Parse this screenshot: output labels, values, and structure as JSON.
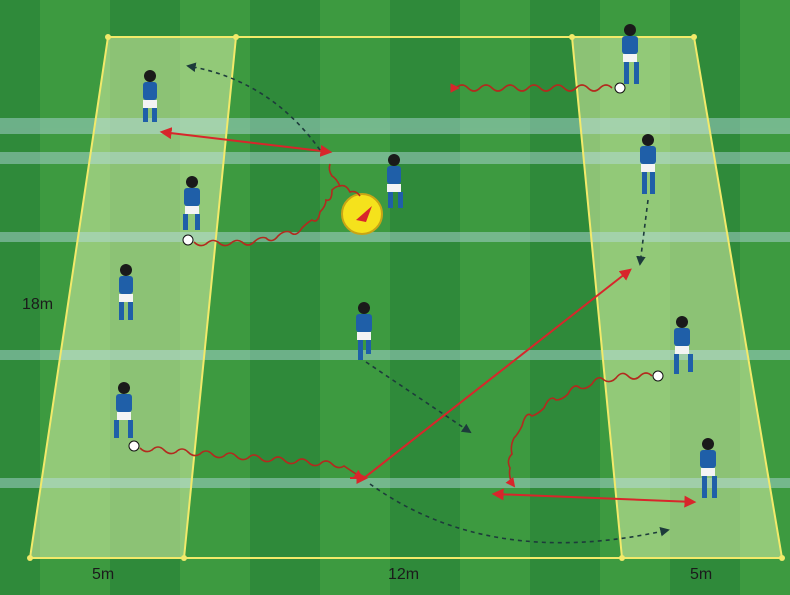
{
  "diagram": {
    "dimensions": {
      "height_label": "18m",
      "left_zone_width_label": "5m",
      "center_zone_width_label": "12m",
      "right_zone_width_label": "5m"
    },
    "colors": {
      "grass_dark": "#2f8a3a",
      "grass_light": "#4fa845",
      "zone_fill": "#d9f0a6",
      "zone_band": "#b9dde8",
      "field_line": "#f2ea6a",
      "player_shirt": "#1f5fa8",
      "player_shorts": "#f4f4f4",
      "player_socks": "#1f5fa8",
      "pass_arrow": "#d8262b",
      "run_arrow": "#1d3b3b",
      "dribble_line": "#b32a1e",
      "highlight_circle": "#f5e21c"
    }
  }
}
